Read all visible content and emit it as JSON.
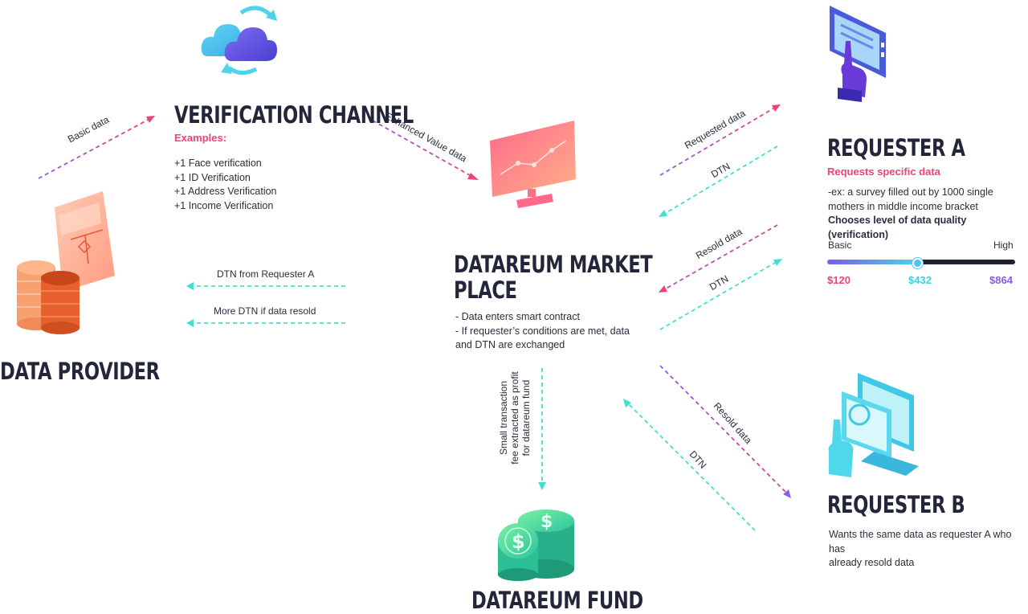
{
  "verification": {
    "title": "VERIFICATION CHANNEL",
    "subtitle": "Examples:",
    "items": [
      "+1 Face verification",
      "+1 ID Verification",
      "+1 Address Verification",
      "+1 Income Verification"
    ]
  },
  "provider": {
    "title": "DATA PROVIDER"
  },
  "marketplace": {
    "title_line1": "DATAREUM MARKET",
    "title_line2": "PLACE",
    "lines": [
      "- Data enters smart contract",
      "- If requester’s conditions are met, data",
      "and DTN are exchanged"
    ]
  },
  "fund": {
    "title": "DATAREUM FUND"
  },
  "requester_a": {
    "title": "REQUESTER A",
    "subtitle": "Requests specific data",
    "desc_line1": "-ex: a survey filled out by 1000 single",
    "desc_line2": "mothers in middle income bracket",
    "bold": "Chooses level of data quality (verification)",
    "slider": {
      "min_label": "Basic",
      "max_label": "High",
      "level": 0.48,
      "prices": [
        "$120",
        "$432",
        "$864"
      ]
    }
  },
  "requester_b": {
    "title": "REQUESTER B",
    "desc_line1": "Wants the same data as requester A who has",
    "desc_line2": "already resold data"
  },
  "arrows": {
    "basic_data": "Basic data",
    "enhanced": "Enhanced Value data",
    "requested": "Requested data",
    "dtn": "DTN",
    "resold": "Resold data",
    "dtn_from_a": "DTN from Requester A",
    "more_dtn": "More DTN if data resold",
    "fee_line1": "Small transaction",
    "fee_line2": "fee extracted as profit",
    "fee_line3": "for datareum fund"
  },
  "colors": {
    "pink": "#f0427a",
    "cyan": "#3fe0d0",
    "purple": "#8a5ce6",
    "dark": "#23263a"
  }
}
